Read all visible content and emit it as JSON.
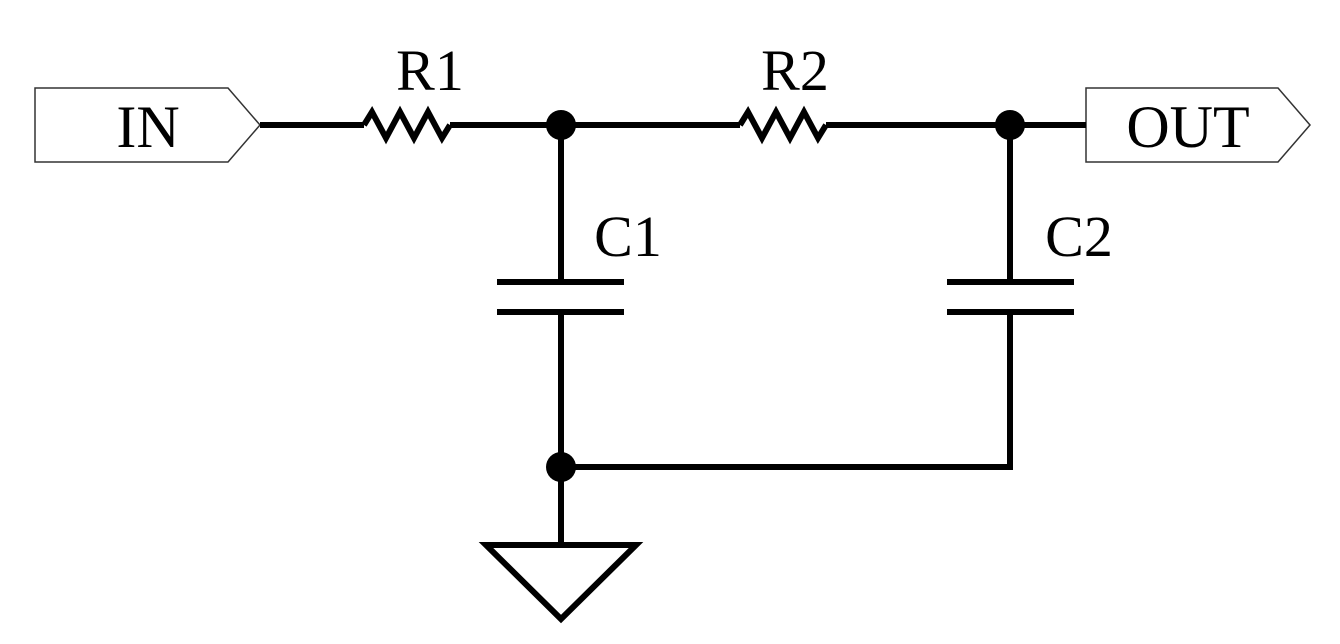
{
  "schematic": {
    "ports": {
      "input": "IN",
      "output": "OUT"
    },
    "components": {
      "r1": "R1",
      "r2": "R2",
      "c1": "C1",
      "c2": "C2"
    },
    "colors": {
      "wire": "#000000",
      "port_outline": "#333333",
      "background": "#ffffff"
    }
  }
}
